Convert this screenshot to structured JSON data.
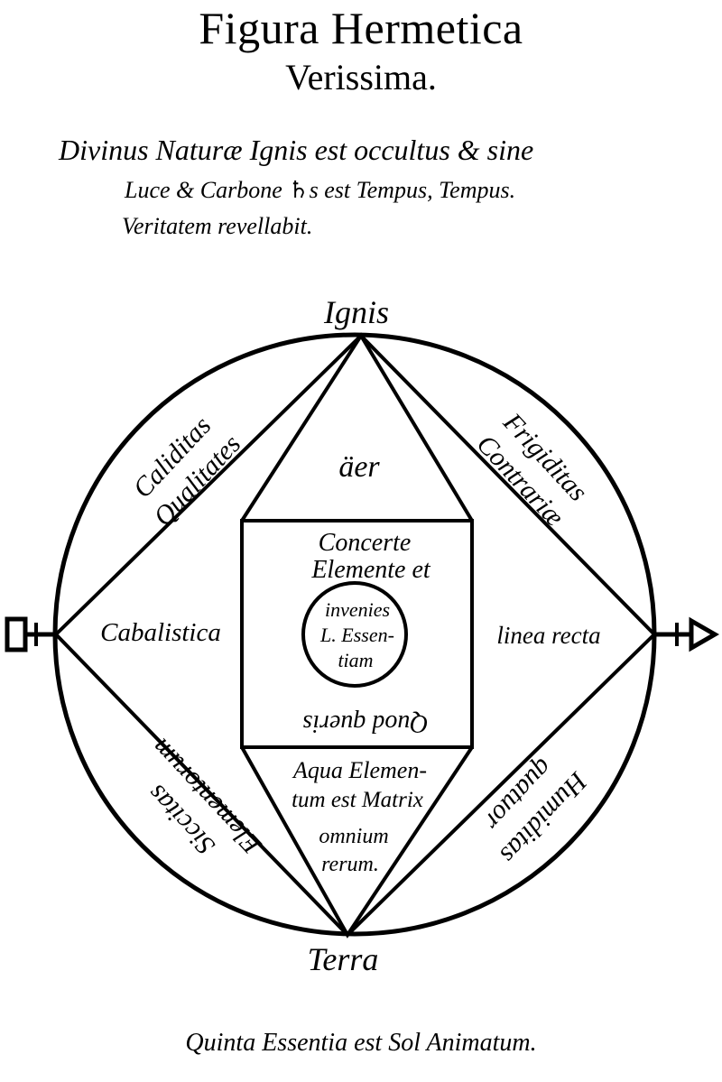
{
  "header": {
    "title": "Figura Hermetica",
    "subtitle": "Verissima."
  },
  "motto": {
    "line1": "Divinus Naturæ Ignis est occultus & sine",
    "line2": "Luce & Carbone ♄s est Tempus, Tempus.",
    "line3": "Veritatem revellabit."
  },
  "diagram": {
    "top": "Ignis",
    "bottom": "Terra",
    "upper_triangle": "äer",
    "upper_left_quadrant": [
      "Caliditas",
      "Qualitates"
    ],
    "upper_right_quadrant": [
      "Frigiditas",
      "Contrariæ"
    ],
    "lower_left_quadrant": [
      "Siccitas",
      "Elementorum"
    ],
    "lower_right_quadrant": [
      "Humiditas",
      "quatuor"
    ],
    "left_triangle": "Cabalistica",
    "right_triangle": "linea recta",
    "square_top": [
      "Concerte",
      "Elemente et"
    ],
    "inner_circle": [
      "invenies",
      "L. Essen-",
      "tiam"
    ],
    "square_bottom": "Quod queris",
    "lower_triangle": [
      "Aqua Elemen-",
      "tum est Matrix",
      "omnium",
      "rerum."
    ]
  },
  "footer": {
    "text": "Quinta Essentia est Sol Animatum."
  }
}
